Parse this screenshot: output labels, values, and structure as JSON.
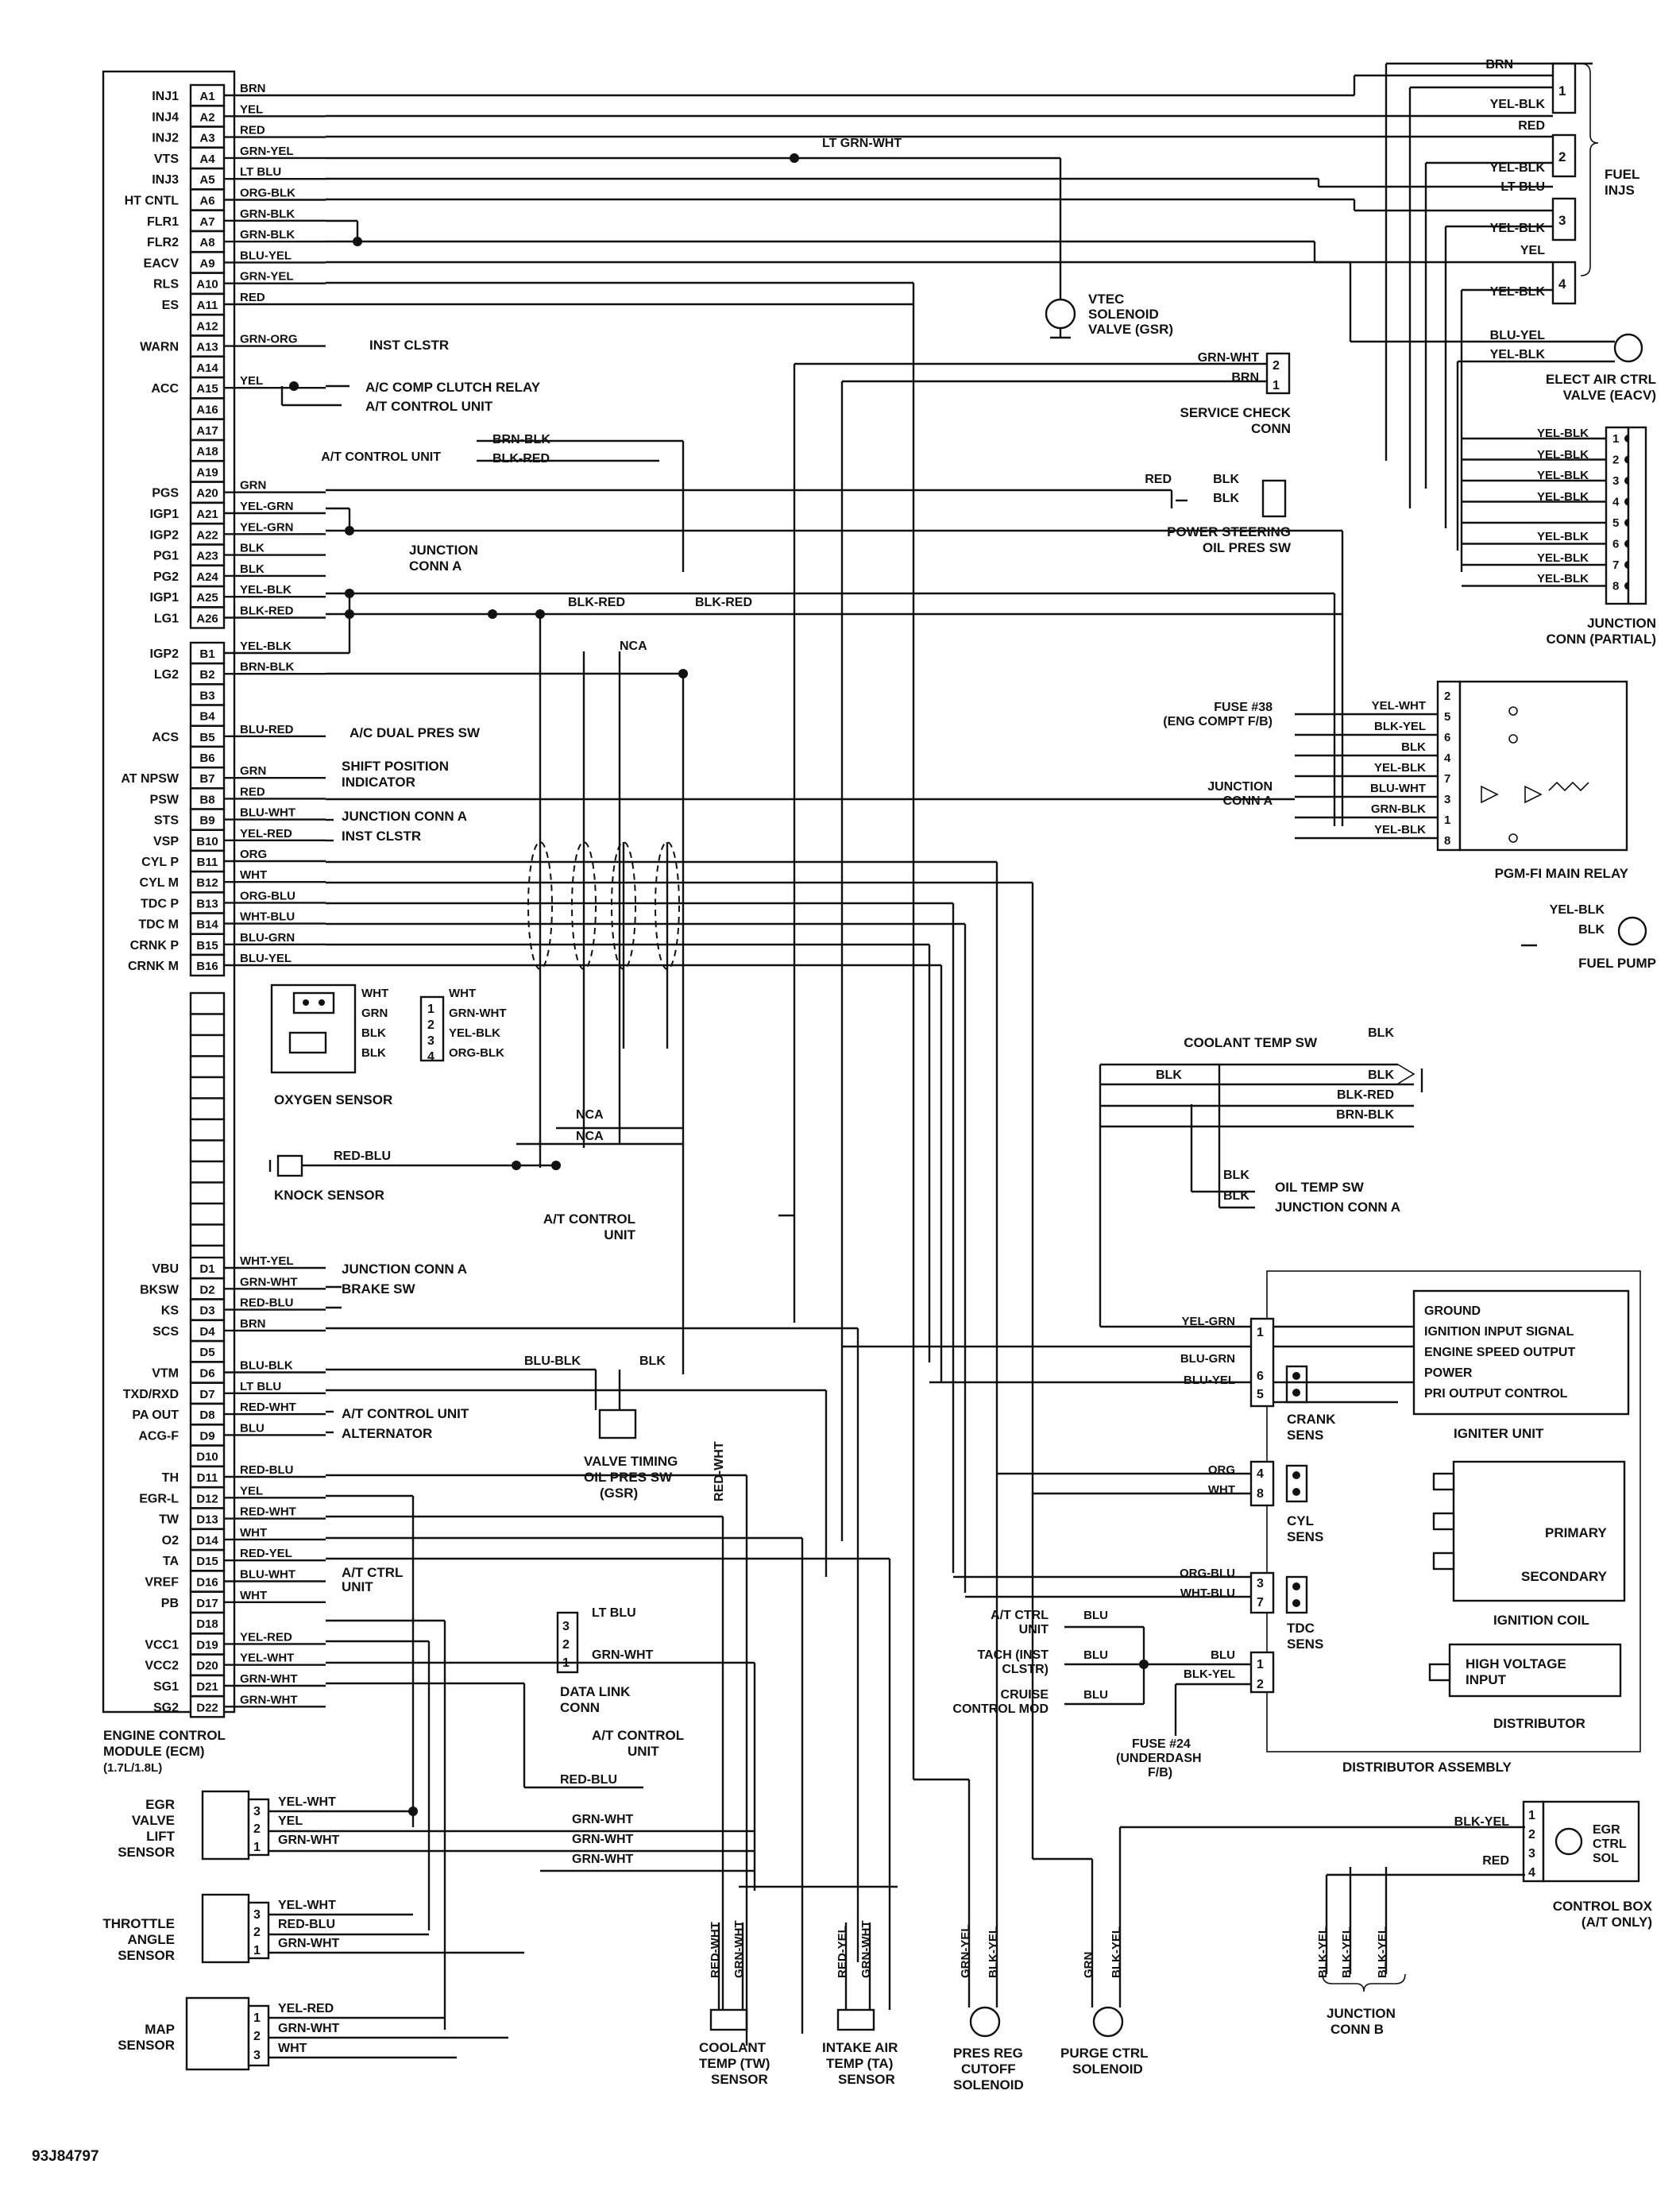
{
  "ecm": {
    "label_lines": [
      "ENGINE CONTROL",
      "MODULE (ECM)",
      "(1.7L/1.8L)"
    ],
    "pins": [
      {
        "func": "INJ1",
        "pin": "A1",
        "wire": "BRN"
      },
      {
        "func": "INJ4",
        "pin": "A2",
        "wire": "YEL"
      },
      {
        "func": "INJ2",
        "pin": "A3",
        "wire": "RED"
      },
      {
        "func": "VTS",
        "pin": "A4",
        "wire": "GRN-YEL"
      },
      {
        "func": "INJ3",
        "pin": "A5",
        "wire": "LT BLU"
      },
      {
        "func": "HT CNTL",
        "pin": "A6",
        "wire": "ORG-BLK"
      },
      {
        "func": "FLR1",
        "pin": "A7",
        "wire": "GRN-BLK"
      },
      {
        "func": "FLR2",
        "pin": "A8",
        "wire": "GRN-BLK"
      },
      {
        "func": "EACV",
        "pin": "A9",
        "wire": "BLU-YEL"
      },
      {
        "func": "RLS",
        "pin": "A10",
        "wire": "GRN-YEL"
      },
      {
        "func": "ES",
        "pin": "A11",
        "wire": "RED"
      },
      {
        "func": "",
        "pin": "A12",
        "wire": ""
      },
      {
        "func": "WARN",
        "pin": "A13",
        "wire": "GRN-ORG"
      },
      {
        "func": "",
        "pin": "A14",
        "wire": ""
      },
      {
        "func": "ACC",
        "pin": "A15",
        "wire": "YEL"
      },
      {
        "func": "",
        "pin": "A16",
        "wire": ""
      },
      {
        "func": "",
        "pin": "A17",
        "wire": ""
      },
      {
        "func": "",
        "pin": "A18",
        "wire": ""
      },
      {
        "func": "",
        "pin": "A19",
        "wire": ""
      },
      {
        "func": "PGS",
        "pin": "A20",
        "wire": "GRN"
      },
      {
        "func": "IGP1",
        "pin": "A21",
        "wire": "YEL-GRN"
      },
      {
        "func": "IGP2",
        "pin": "A22",
        "wire": "YEL-GRN"
      },
      {
        "func": "PG1",
        "pin": "A23",
        "wire": "BLK"
      },
      {
        "func": "PG2",
        "pin": "A24",
        "wire": "BLK"
      },
      {
        "func": "IGP1",
        "pin": "A25",
        "wire": "YEL-BLK"
      },
      {
        "func": "LG1",
        "pin": "A26",
        "wire": "BLK-RED"
      },
      {
        "func": "IGP2",
        "pin": "B1",
        "wire": "YEL-BLK"
      },
      {
        "func": "LG2",
        "pin": "B2",
        "wire": "BRN-BLK"
      },
      {
        "func": "",
        "pin": "B3",
        "wire": ""
      },
      {
        "func": "",
        "pin": "B4",
        "wire": ""
      },
      {
        "func": "ACS",
        "pin": "B5",
        "wire": "BLU-RED"
      },
      {
        "func": "AT NPSW",
        "pin": "B7",
        "wire": "GRN"
      },
      {
        "func": "PSW",
        "pin": "B8",
        "wire": "RED"
      },
      {
        "func": "STS",
        "pin": "B9",
        "wire": "BLU-WHT"
      },
      {
        "func": "VSP",
        "pin": "B10",
        "wire": "YEL-RED"
      },
      {
        "func": "CYL P",
        "pin": "B11",
        "wire": "ORG"
      },
      {
        "func": "CYL M",
        "pin": "B12",
        "wire": "WHT"
      },
      {
        "func": "TDC P",
        "pin": "B13",
        "wire": "ORG-BLU"
      },
      {
        "func": "TDC M",
        "pin": "B14",
        "wire": "WHT-BLU"
      },
      {
        "func": "CRNK P",
        "pin": "B15",
        "wire": "BLU-GRN"
      },
      {
        "func": "CRNK M",
        "pin": "B16",
        "wire": "BLU-YEL"
      },
      {
        "func": "VBU",
        "pin": "D1",
        "wire": "WHT-YEL"
      },
      {
        "func": "BKSW",
        "pin": "D2",
        "wire": "GRN-WHT"
      },
      {
        "func": "KS",
        "pin": "D3",
        "wire": "RED-BLU"
      },
      {
        "func": "SCS",
        "pin": "D4",
        "wire": "BRN"
      },
      {
        "func": "",
        "pin": "D5",
        "wire": ""
      },
      {
        "func": "VTM",
        "pin": "D6",
        "wire": "BLU-BLK"
      },
      {
        "func": "TXD/RXD",
        "pin": "D7",
        "wire": "LT BLU"
      },
      {
        "func": "PA OUT",
        "pin": "D8",
        "wire": "RED-WHT"
      },
      {
        "func": "ACG-F",
        "pin": "D9",
        "wire": "BLU"
      },
      {
        "func": "",
        "pin": "D10",
        "wire": ""
      },
      {
        "func": "TH",
        "pin": "D11",
        "wire": "RED-BLU"
      },
      {
        "func": "EGR-L",
        "pin": "D12",
        "wire": "YEL"
      },
      {
        "func": "TW",
        "pin": "D13",
        "wire": "RED-WHT"
      },
      {
        "func": "O2",
        "pin": "D14",
        "wire": "WHT"
      },
      {
        "func": "TA",
        "pin": "D15",
        "wire": "RED-YEL"
      },
      {
        "func": "VREF",
        "pin": "D16",
        "wire": "BLU-WHT"
      },
      {
        "func": "PB",
        "pin": "D17",
        "wire": "WHT"
      },
      {
        "func": "",
        "pin": "D18",
        "wire": ""
      },
      {
        "func": "VCC1",
        "pin": "D19",
        "wire": "YEL-RED"
      },
      {
        "func": "VCC2",
        "pin": "D20",
        "wire": "YEL-WHT"
      },
      {
        "func": "SG1",
        "pin": "D21",
        "wire": "GRN-WHT"
      },
      {
        "func": "SG2",
        "pin": "D22",
        "wire": "GRN-WHT"
      }
    ]
  },
  "labels": {
    "b6": "B6",
    "lt_grn_wht": "LT GRN-WHT",
    "vtec": [
      "VTEC",
      "SOLENOID",
      "VALVE (GSR)"
    ],
    "inst_clstr": "INST CLSTR",
    "ac_comp_clutch": "A/C COMP CLUTCH RELAY",
    "at_control_unit": "A/T CONTROL UNIT",
    "at_ctrl_unit_top": "A/T CONTROL UNIT",
    "brn_blk": "BRN-BLK",
    "blk_red": "BLK-RED",
    "junction_conn_a": [
      "JUNCTION",
      "CONN A"
    ],
    "nca": "NCA",
    "ac_dual_pres": "A/C DUAL PRES SW",
    "shift_pos": [
      "SHIFT POSITION",
      "INDICATOR"
    ],
    "junc_conn_a_single": "JUNCTION CONN A",
    "inst_clstr2": "INST CLSTR",
    "service_check": [
      "SERVICE CHECK",
      "CONN"
    ],
    "grn_wht": "GRN-WHT",
    "brn": "BRN",
    "power_steering": [
      "POWER STEERING",
      "OIL PRES SW"
    ],
    "red": "RED",
    "blk": "BLK",
    "fuel_inj": [
      "FUEL",
      "INJS"
    ],
    "eacv": [
      "ELECT AIR CTRL",
      "VALVE (EACV)"
    ],
    "junction_conn_partial": [
      "JUNCTION",
      "CONN (PARTIAL)"
    ],
    "fuse38": [
      "FUSE #38",
      "(ENG COMPT F/B)"
    ],
    "pgm_fi": "PGM-FI MAIN RELAY",
    "fuel_pump": "FUEL PUMP",
    "oxygen_sensor": "OXYGEN SENSOR",
    "knock_sensor": "KNOCK SENSOR",
    "coolant_temp_sw": "COOLANT TEMP SW",
    "oil_temp_sw": "OIL TEMP SW",
    "junction_conn_a2": "JUNCTION CONN A",
    "at_control_unit2": [
      "A/T CONTROL",
      "UNIT"
    ],
    "brake_sw": "BRAKE SW",
    "junction_conn_a3": "JUNCTION CONN A",
    "alternator": "ALTERNATOR",
    "at_ctrl_unit3": "A/T CONTROL UNIT",
    "valve_timing": [
      "VALVE TIMING",
      "OIL PRES SW",
      "(GSR)"
    ],
    "at_ctrl_unit4": [
      "A/T CTRL",
      "UNIT"
    ],
    "data_link": [
      "DATA LINK",
      "CONN"
    ],
    "at_control_unit5": [
      "A/T CONTROL",
      "UNIT"
    ],
    "red_blu": "RED-BLU",
    "red_wht": "RED-WHT",
    "igniter_lines": [
      "GROUND",
      "IGNITION INPUT SIGNAL",
      "ENGINE SPEED OUTPUT",
      "POWER",
      "PRI OUTPUT CONTROL"
    ],
    "igniter_unit": "IGNITER UNIT",
    "crank_sens": [
      "CRANK",
      "SENS"
    ],
    "cyl_sens": [
      "CYL",
      "SENS"
    ],
    "tdc_sens": [
      "TDC",
      "SENS"
    ],
    "primary": "PRIMARY",
    "secondary": "SECONDARY",
    "ignition_coil": "IGNITION COIL",
    "high_voltage": [
      "HIGH VOLTAGE",
      "INPUT"
    ],
    "distributor": "DISTRIBUTOR",
    "distributor_assembly": "DISTRIBUTOR ASSEMBLY",
    "at_ctrl_unit6": [
      "A/T CTRL",
      "UNIT"
    ],
    "tach": [
      "TACH (INST",
      "CLSTR)"
    ],
    "cruise": [
      "CRUISE",
      "CONTROL MOD"
    ],
    "fuse24": [
      "FUSE #24",
      "(UNDERDASH",
      "F/B)"
    ],
    "egr_ctrl_sol": [
      "EGR",
      "CTRL",
      "SOL"
    ],
    "control_box": [
      "CONTROL BOX",
      "(A/T ONLY)"
    ],
    "egr_valve_lift": [
      "EGR",
      "VALVE",
      "LIFT",
      "SENSOR"
    ],
    "throttle": [
      "THROTTLE",
      "ANGLE",
      "SENSOR"
    ],
    "map_sensor": [
      "MAP",
      "SENSOR"
    ],
    "coolant_sensor": [
      "COOLANT",
      "TEMP (TW)",
      "SENSOR"
    ],
    "intake_sensor": [
      "INTAKE AIR",
      "TEMP (TA)",
      "SENSOR"
    ],
    "pres_reg": [
      "PRES REG",
      "CUTOFF",
      "SOLENOID"
    ],
    "purge": [
      "PURGE CTRL",
      "SOLENOID"
    ],
    "junction_conn_b": [
      "JUNCTION",
      "CONN B"
    ],
    "figure_id": "93J84797"
  },
  "wires_right": {
    "inj_top": [
      "BRN",
      "YEL-BLK",
      "RED",
      "YEL-BLK",
      "LT BLU",
      "YEL-BLK",
      "YEL",
      "YEL-BLK"
    ],
    "eacv": [
      "BLU-YEL",
      "YEL-BLK"
    ],
    "junction_partial": [
      "YEL-BLK",
      "YEL-BLK",
      "YEL-BLK",
      "YEL-BLK",
      "YEL-BLK",
      "YEL-BLK",
      "YEL-BLK"
    ],
    "relay": [
      "YEL-WHT",
      "BLK-YEL",
      "BLK",
      "YEL-BLK",
      "BLU-WHT",
      "GRN-BLK",
      "YEL-BLK"
    ],
    "relay_pins": [
      "2",
      "5",
      "6",
      "4",
      "7",
      "3",
      "1",
      "8"
    ],
    "fuel_pump": [
      "YEL-BLK",
      "BLK"
    ],
    "coolant": [
      "BLK",
      "BLK",
      "BLK-RED",
      "BRN-BLK"
    ],
    "oil_temp": [
      "BLK",
      "BLK"
    ],
    "crank": [
      "YEL-GRN",
      "BLU-GRN",
      "BLU-YEL"
    ],
    "cyl": [
      "ORG",
      "WHT"
    ],
    "tdc": [
      "ORG-BLU",
      "WHT-BLU"
    ],
    "dist_left": [
      "BLU",
      "BLU",
      "BLU",
      "BLU",
      "BLK-YEL"
    ],
    "egr_box": [
      "BLK-YEL",
      "RED"
    ],
    "oxygen": [
      "WHT",
      "GRN",
      "BLK",
      "BLK",
      "WHT",
      "GRN-WHT",
      "YEL-BLK",
      "ORG-BLK"
    ],
    "egr_sensor": [
      "YEL-WHT",
      "YEL",
      "GRN-WHT"
    ],
    "throttle": [
      "YEL-WHT",
      "RED-BLU",
      "GRN-WHT"
    ],
    "map": [
      "YEL-RED",
      "GRN-WHT",
      "WHT"
    ],
    "mid_grn_wht": [
      "GRN-WHT",
      "GRN-WHT",
      "GRN-WHT"
    ],
    "bottom_vert": [
      "RED-WHT",
      "GRN-WHT",
      "RED-YEL",
      "GRN-WHT",
      "GRN-YEL",
      "BLK-YEL",
      "GRN",
      "BLK-YEL",
      "BLK-YEL",
      "BLK-YEL",
      "BLK-YEL"
    ],
    "ecm_mid": [
      "BLK-RED",
      "BLK-RED",
      "BLU-BLK",
      "BLK",
      "RED-WHT"
    ],
    "data_link": [
      "LT BLU",
      "GRN-WHT"
    ]
  }
}
